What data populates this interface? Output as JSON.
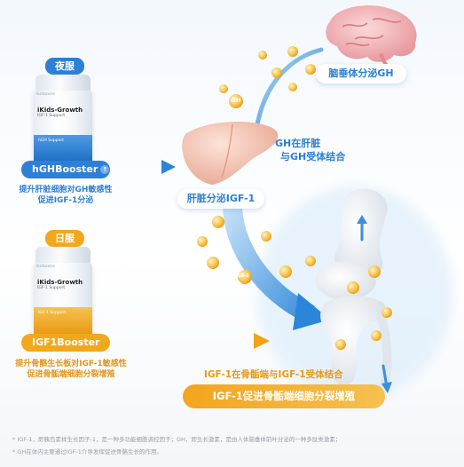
{
  "night": {
    "tag": "夜服",
    "product_name": "iKids-Growth",
    "product_sub": "IGF-1 Support",
    "product_button": "hGHBooster",
    "desc_line1": "提升肝脏细胞对GH敏感性",
    "desc_line2": "促进IGF-1分泌"
  },
  "day": {
    "tag": "日服",
    "product_name": "iKids-Growth",
    "product_sub": "IGF-1 Support",
    "product_button": "IGF1Booster",
    "desc_line1": "提升骨骼生长板对IGF-1敏感性",
    "desc_line2": "促进骨骺端细胞分裂增殖"
  },
  "flow": {
    "pituitary": "脑垂体分泌GH",
    "gh_line1": "GH在肝脏",
    "gh_line2": "与GH受体结合",
    "liver": "肝脏分泌IGF-1",
    "bone_text": "IGF-1在骨骺端与IGF-1受体结合",
    "bone_pill": "IGF-1促进骨骺端细胞分裂增殖"
  },
  "particles": {
    "gh": "GH",
    "igf": "IGF-1"
  },
  "footnote": {
    "line1": "* IGF-1，即胰岛素样生长因子-1，是一种多功能细胞调控因子；GH，即生长激素，是由人体脑垂体前叶分泌的一种多肽类激素；",
    "line2": "* GH在体内主要通过IGF-1介导发挥促进骨骼生长的作用。"
  },
  "colors": {
    "blue": "#2e7fd6",
    "gold": "#f2a81c"
  }
}
